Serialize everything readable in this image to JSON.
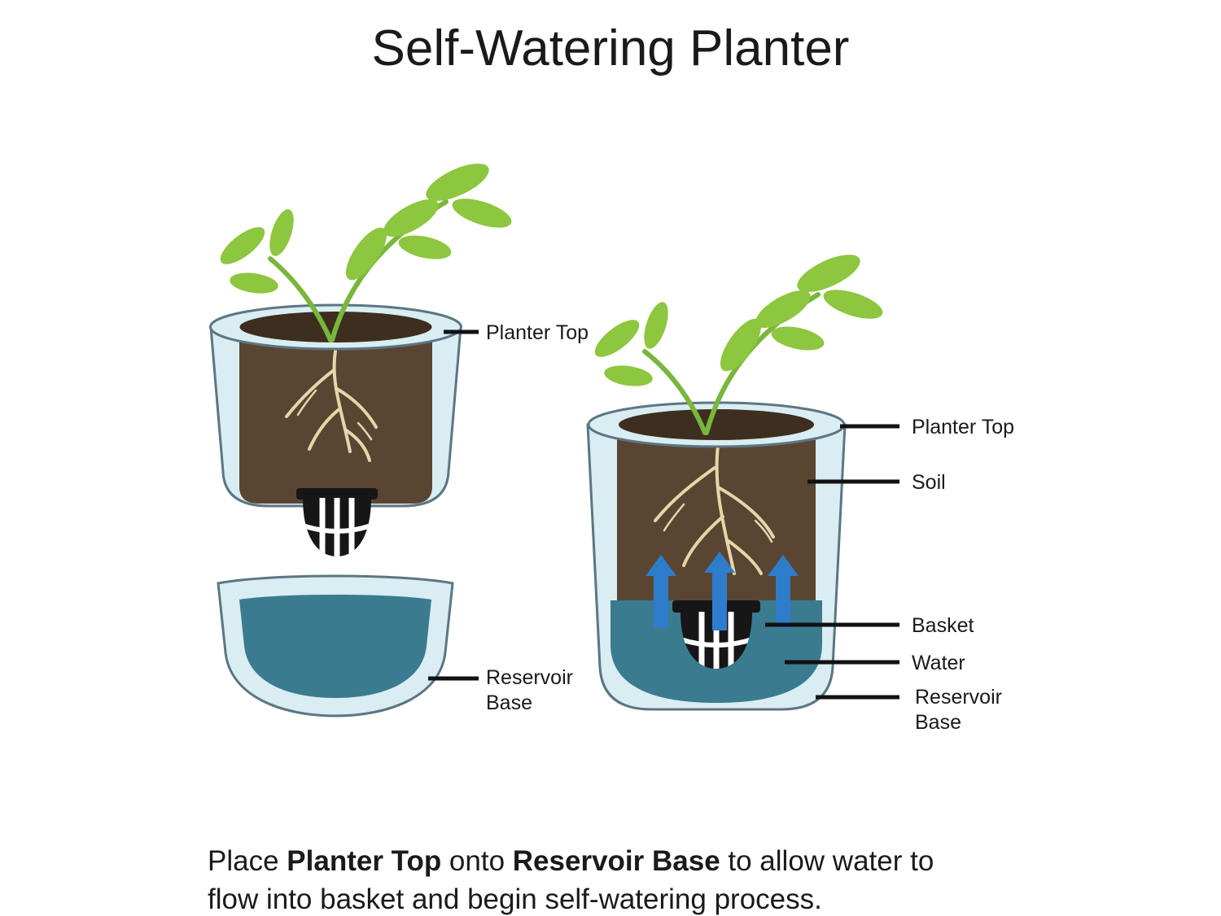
{
  "title": "Self-Watering Planter",
  "left_diagram": {
    "description": "exploded view: planter top with plant lifted off reservoir base",
    "labels": {
      "planter_top": "Planter Top",
      "reservoir_base": "Reservoir Base"
    }
  },
  "right_diagram": {
    "description": "assembled planter with water flowing up into basket",
    "labels": {
      "planter_top": "Planter Top",
      "soil": "Soil",
      "basket": "Basket",
      "water": "Water",
      "reservoir_base": "Reservoir Base"
    },
    "arrow_count": 3
  },
  "caption": {
    "segments": [
      {
        "text": "Place ",
        "bold": false
      },
      {
        "text": "Planter Top",
        "bold": true
      },
      {
        "text": " onto ",
        "bold": false
      },
      {
        "text": "Reservoir Base",
        "bold": true
      },
      {
        "text": " to allow water to",
        "bold": false
      },
      {
        "text": "flow into basket and begin self-watering process.",
        "bold": false
      }
    ]
  },
  "colors": {
    "container": "#d9edf2",
    "container_outline": "#5b7683",
    "soil": "#5a4533",
    "soil_surface_dark": "#3d2e20",
    "roots": "#e6d6a8",
    "leaf": "#8dc63f",
    "stem": "#79b63c",
    "water": "#3a7b90",
    "basket": "#161616",
    "arrow": "#2e7ccc",
    "text": "#1a1a1a",
    "background": "#ffffff"
  }
}
